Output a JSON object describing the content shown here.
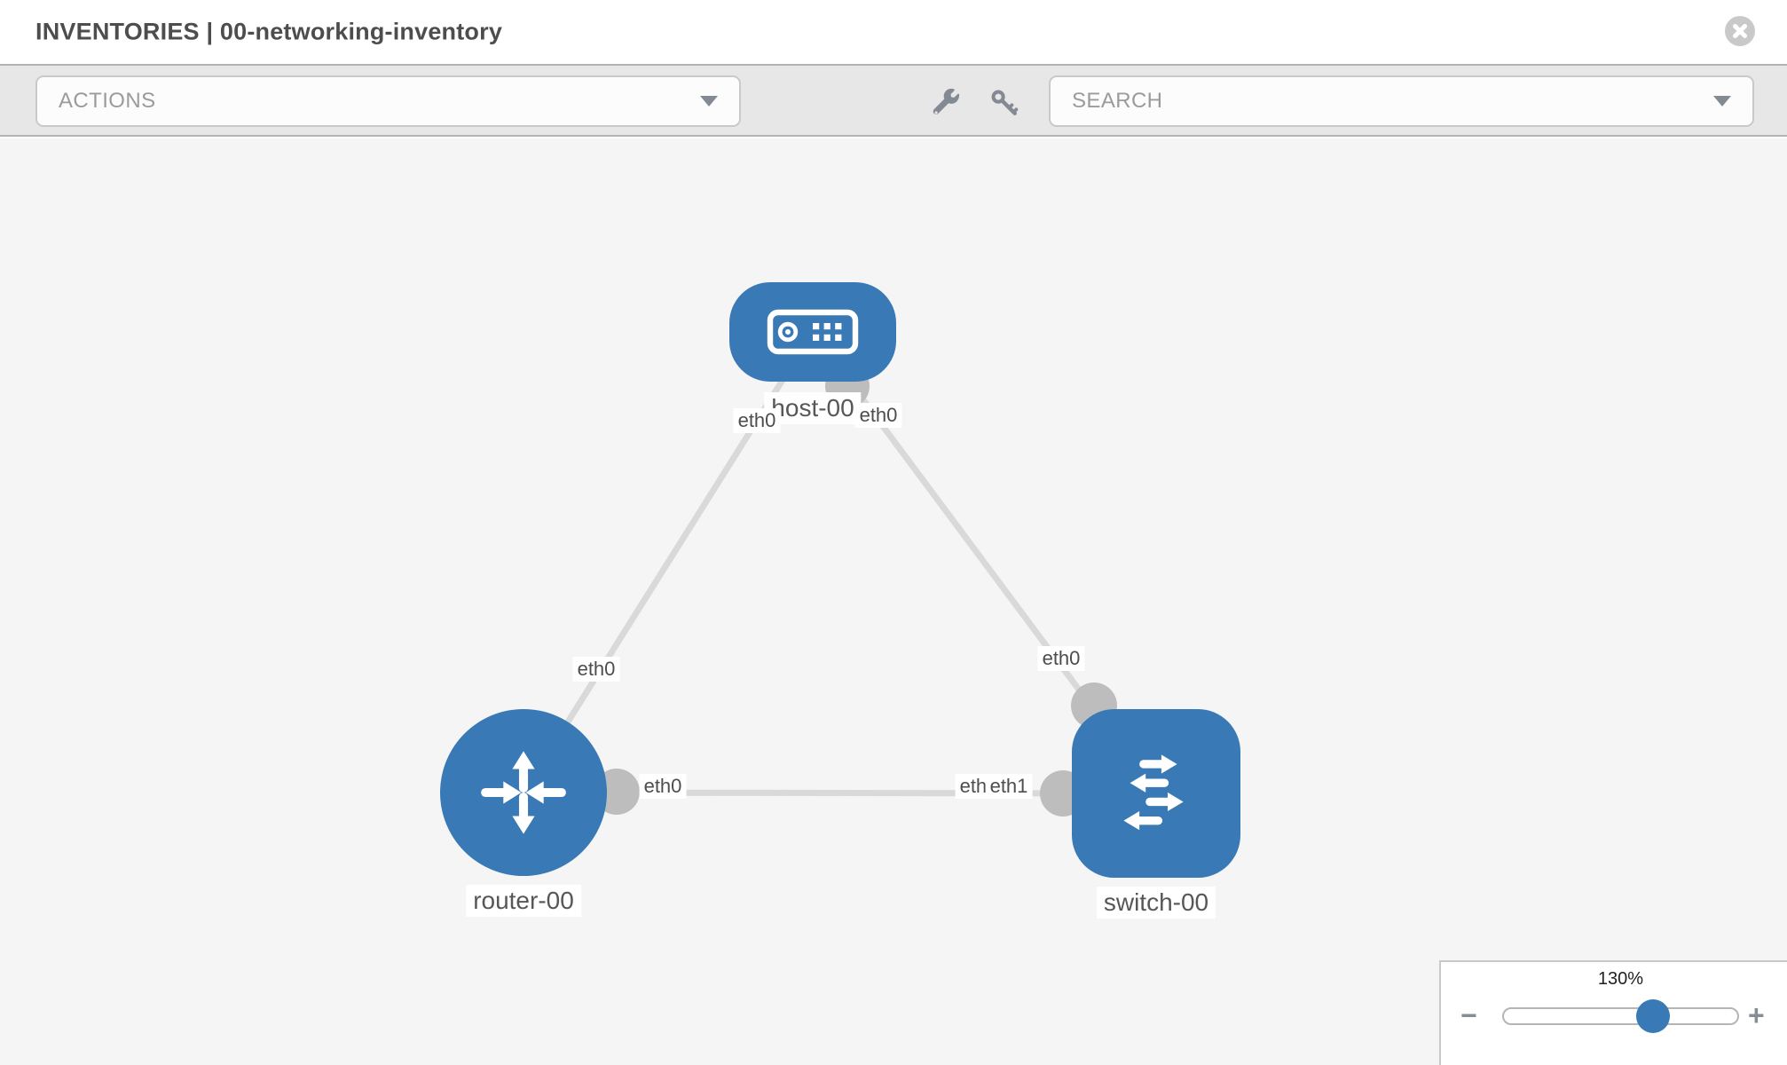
{
  "header": {
    "title": "INVENTORIES | 00-networking-inventory"
  },
  "toolbar": {
    "actions_label": "ACTIONS",
    "search_label": "SEARCH",
    "icons": [
      "wrench-icon",
      "key-icon"
    ]
  },
  "diagram": {
    "inventory_name": "00-networking-inventory",
    "nodes": [
      {
        "id": "host-00",
        "label": "host-00",
        "type": "host",
        "shape": "rounded-rect"
      },
      {
        "id": "router-00",
        "label": "router-00",
        "type": "router",
        "shape": "circle"
      },
      {
        "id": "switch-00",
        "label": "switch-00",
        "type": "switch",
        "shape": "rounded-square"
      }
    ],
    "links": [
      {
        "source": "host-00",
        "target": "router-00",
        "source_interface": "eth0",
        "target_interface": "eth0"
      },
      {
        "source": "host-00",
        "target": "switch-00",
        "source_interface": "eth0",
        "target_interface": "eth0"
      },
      {
        "source": "router-00",
        "target": "switch-00",
        "source_interface": "eth0",
        "target_interface": "eth1",
        "overlapped_label": "eth0"
      }
    ]
  },
  "zoom_control": {
    "level": "130%",
    "slider_position_pct": 64,
    "minus_label": "−",
    "plus_label": "+"
  },
  "colors": {
    "node_blue": "#3879b6",
    "link_gray": "#d9d9d9",
    "connector_gray": "#bdbdbd",
    "toolbar_gray": "#e7e7e7",
    "canvas_gray": "#f5f5f5"
  }
}
